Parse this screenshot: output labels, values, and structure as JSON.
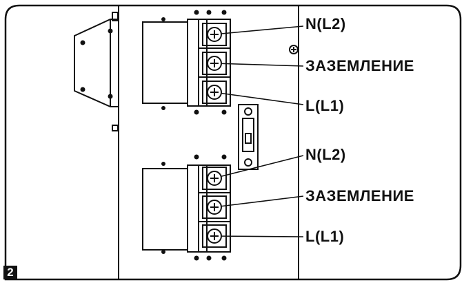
{
  "figure_number": "2",
  "upper_block": {
    "labels": [
      "N(L2)",
      "ЗАЗЕМЛЕНИЕ",
      "L(L1)"
    ]
  },
  "lower_block": {
    "labels": [
      "N(L2)",
      "ЗАЗЕМЛЕНИЕ",
      "L(L1)"
    ]
  }
}
